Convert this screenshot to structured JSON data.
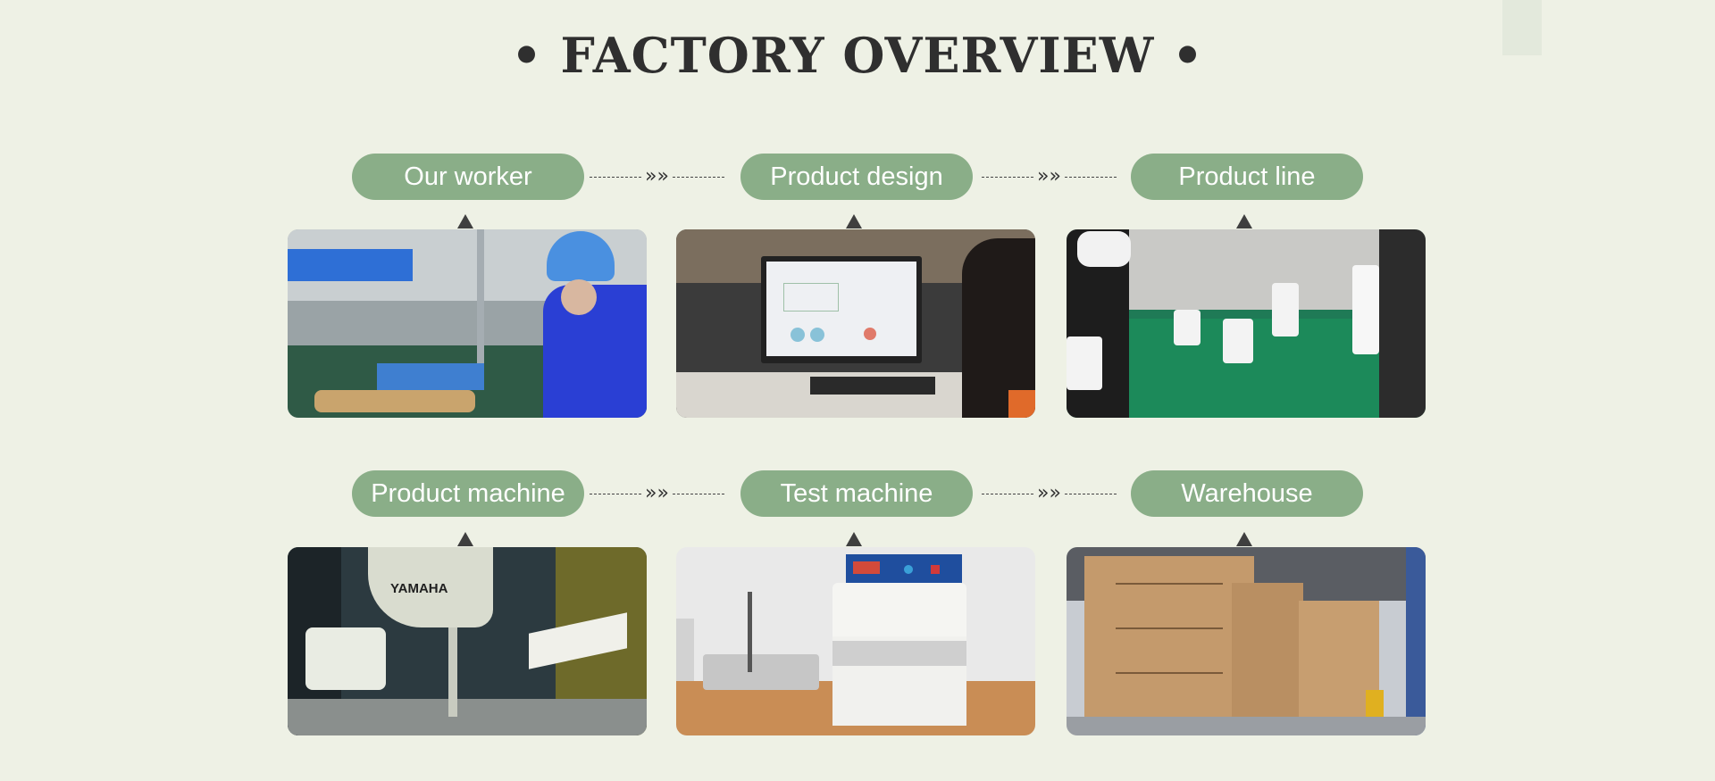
{
  "header": {
    "title": "• FACTORY OVERVIEW •"
  },
  "connector": {
    "arrow_glyph": "»»"
  },
  "steps_row1": [
    {
      "label": "Our worker",
      "photo_icon": "worker-photo"
    },
    {
      "label": "Product design",
      "photo_icon": "design-photo"
    },
    {
      "label": "Product line",
      "photo_icon": "production-line-photo"
    }
  ],
  "steps_row2": [
    {
      "label": "Product machine",
      "photo_icon": "robot-machine-photo"
    },
    {
      "label": "Test machine",
      "photo_icon": "test-machine-photo"
    },
    {
      "label": "Warehouse",
      "photo_icon": "warehouse-photo"
    }
  ],
  "photo_text": {
    "robot_brand": "YAMAHA"
  },
  "colors": {
    "background": "#eef1e5",
    "pill": "#8aae88",
    "title": "#2f2f2f"
  }
}
